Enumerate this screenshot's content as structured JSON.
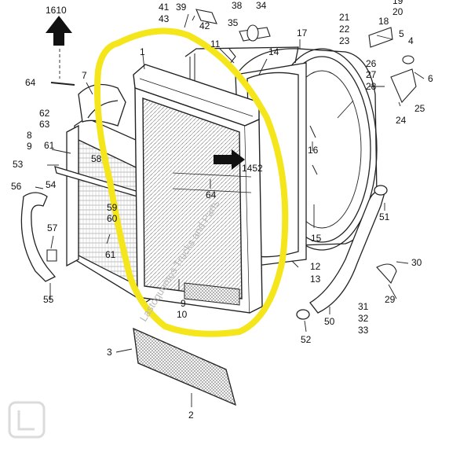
{
  "diagram": {
    "watermark_text": "Lastoquemos Trucks and Parts",
    "highlight_color": "#f4e61a",
    "line_color": "#222222",
    "callouts": [
      "1",
      "2",
      "3",
      "4",
      "5",
      "6",
      "7",
      "8",
      "9",
      "9",
      "10",
      "11",
      "12",
      "13",
      "14",
      "15",
      "16",
      "17",
      "18",
      "19",
      "20",
      "21",
      "22",
      "23",
      "24",
      "25",
      "26",
      "27",
      "28",
      "29",
      "30",
      "31",
      "32",
      "33",
      "34",
      "35",
      "38",
      "39",
      "41",
      "42",
      "43",
      "50",
      "51",
      "52",
      "53",
      "54",
      "55",
      "56",
      "57",
      "58",
      "59",
      "60",
      "61",
      "61",
      "62",
      "63",
      "64",
      "64"
    ],
    "arrow_labels": [
      "1610",
      "1452"
    ],
    "icons": [
      "up-arrow-icon",
      "right-arrow-icon",
      "watermark-logo-icon"
    ]
  }
}
